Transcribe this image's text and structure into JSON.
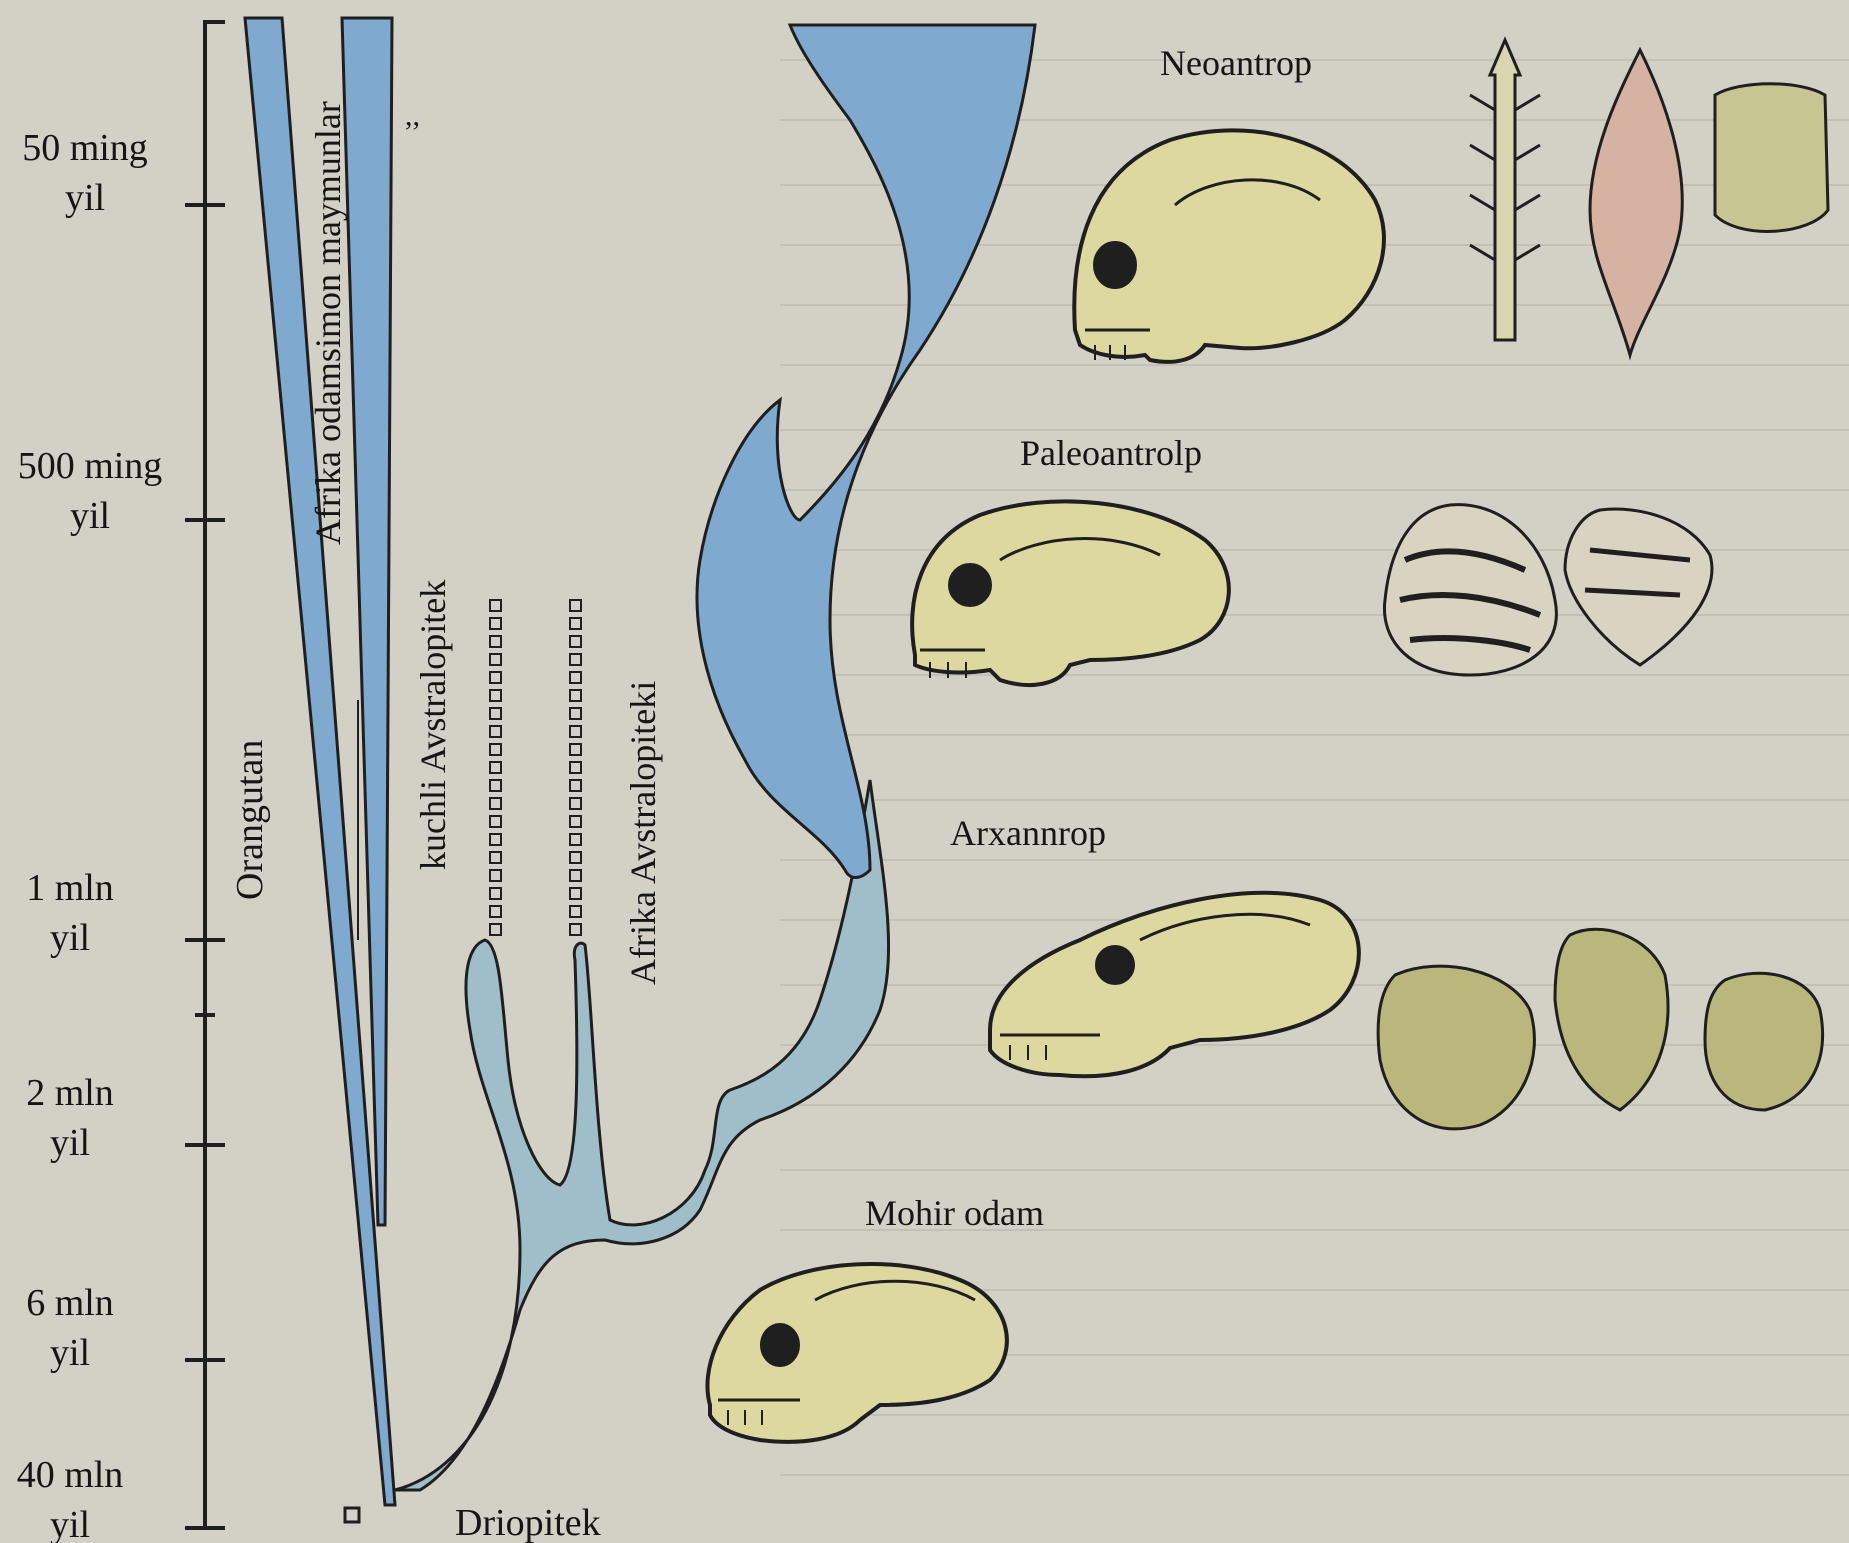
{
  "timeline": {
    "marks": [
      {
        "line1": "50 ming",
        "line2": "yil"
      },
      {
        "line1": "500 ming",
        "line2": "yil"
      },
      {
        "line1": "1 mln",
        "line2": "yil"
      },
      {
        "line1": "2 mln",
        "line2": "yil"
      },
      {
        "line1": "6 mln",
        "line2": "yil"
      },
      {
        "line1": "40 mln",
        "line2": "yil"
      }
    ]
  },
  "lineages": {
    "orangutan": "Orangutan",
    "african_apes": "Afrika odamsimon maymunlar",
    "robust_australopithecus": "kuchli Avstralopitek",
    "african_australopithecus": "Afrika Avstralopiteki",
    "dryopithecus": "Driopitek"
  },
  "stages": {
    "neoanthrop": "Neoantrop",
    "paleoanthrop": "Paleoantrolp",
    "archanthrop": "Arxannrop",
    "homo_habilis": "Mohir odam"
  },
  "colors": {
    "background": "#d3d0c6",
    "blue_branch": "#7fa9cf",
    "pale_branch": "#9fbec9",
    "outline": "#1f1f1f",
    "skull": "#dcd8a0",
    "tool": "#b9b77c"
  }
}
